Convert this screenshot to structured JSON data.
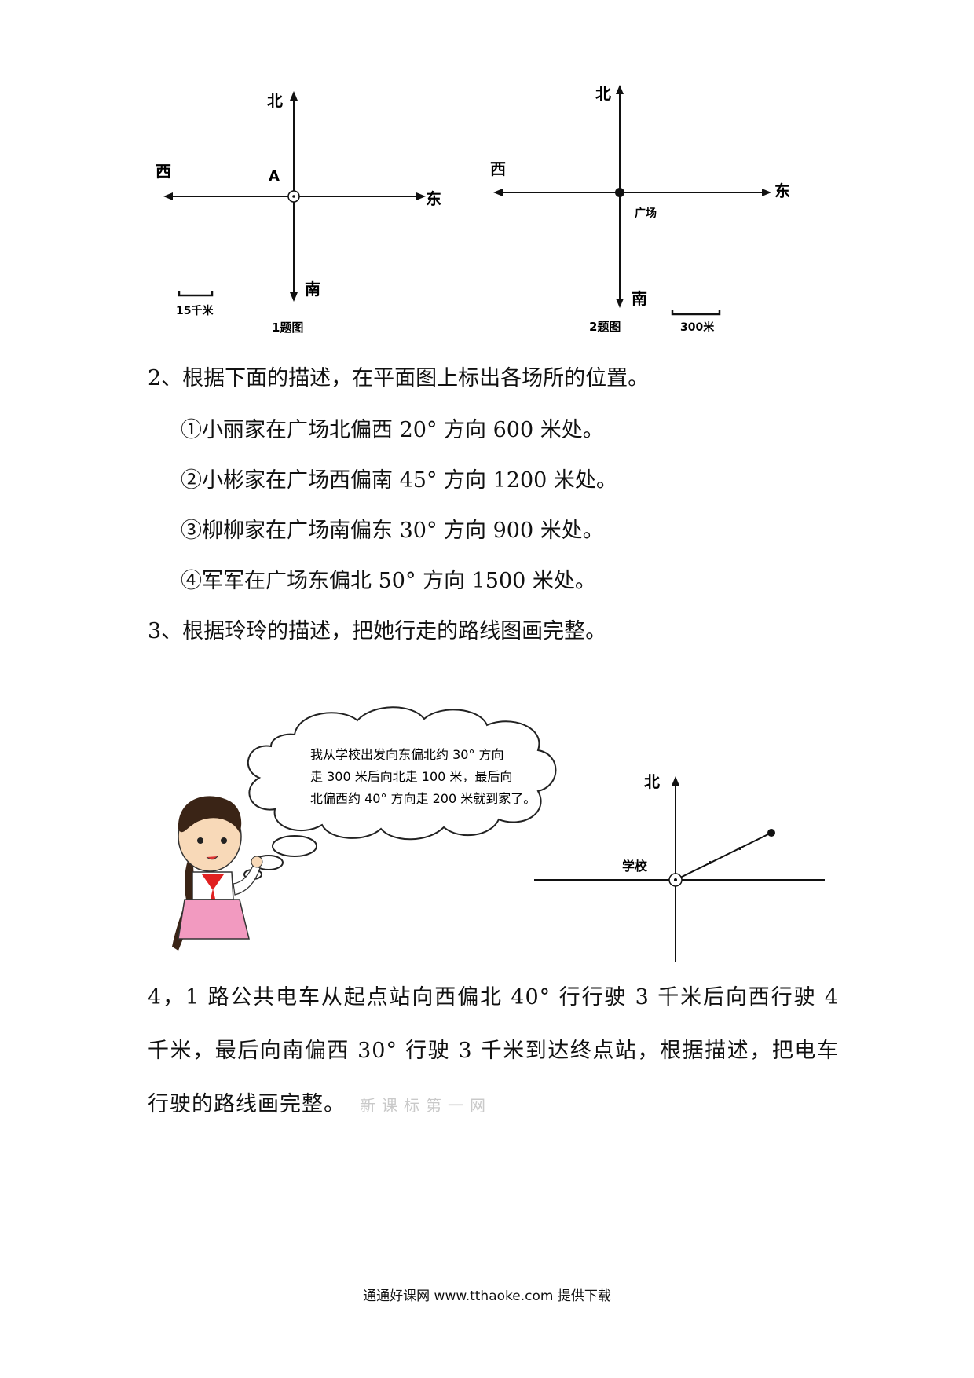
{
  "diagram1": {
    "north": "北",
    "south": "南",
    "east": "东",
    "west": "西",
    "point": "A",
    "scale": "15千米",
    "caption": "1题图"
  },
  "diagram2": {
    "north": "北",
    "south": "南",
    "east": "东",
    "west": "西",
    "center": "广场",
    "scale": "300米",
    "caption": "2题图"
  },
  "q2": {
    "title": "2、根据下面的描述，在平面图上标出各场所的位置。",
    "items": [
      "①小丽家在广场北偏西 20° 方向 600 米处。",
      "②小彬家在广场西偏南 45° 方向 1200 米处。",
      "③柳柳家在广场南偏东 30° 方向 900 米处。",
      "④军军在广场东偏北 50° 方向 1500 米处。"
    ]
  },
  "q3": {
    "title": "3、根据玲玲的描述，把她行走的路线图画完整。",
    "bubble": [
      "我从学校出发向东偏北约 30° 方向",
      "走 300 米后向北走 100 米，最后向",
      "北偏西约 40° 方向走 200 米就到家了。"
    ],
    "north": "北",
    "school": "学校"
  },
  "q4": {
    "text": "4，1 路公共电车从起点站向西偏北 40° 行行驶 3 千米后向西行驶 4 千米，最后向南偏西 30° 行驶 3 千米到达终点站，根据描述，把电车行驶的路线画完整。",
    "watermark": "新课标第一网"
  },
  "footer": "通通好课网 www.tthaoke.com 提供下载"
}
